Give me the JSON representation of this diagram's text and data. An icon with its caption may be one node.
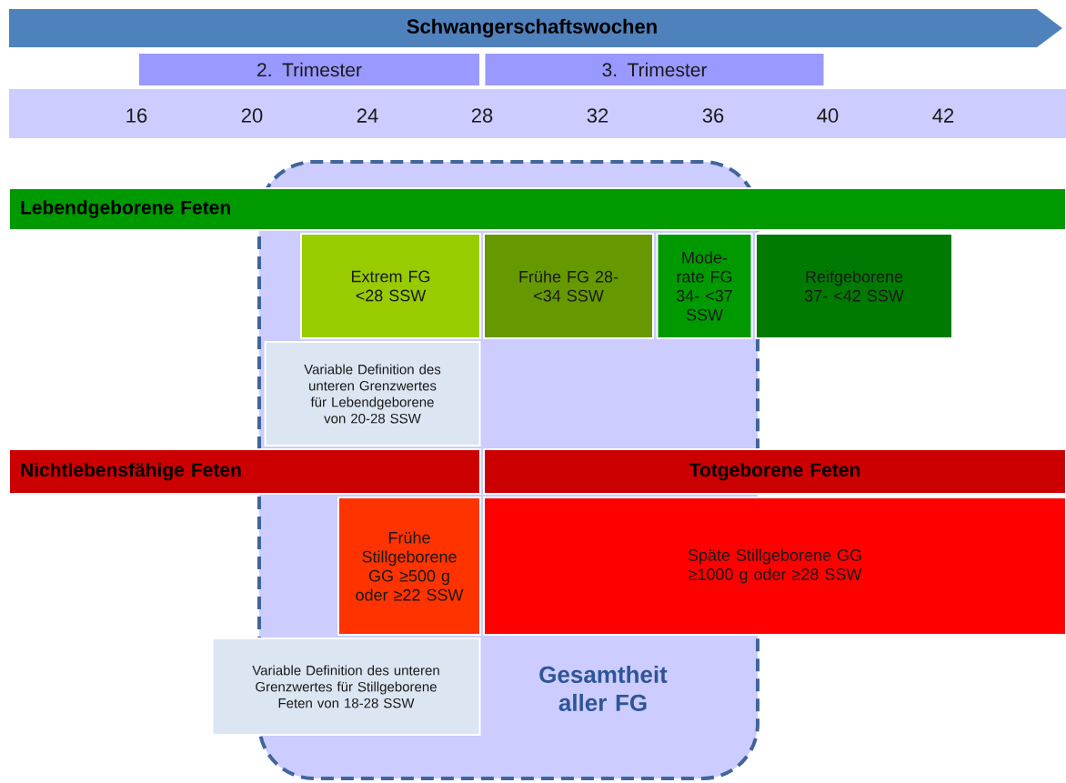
{
  "diagram": {
    "nodes": [
      {
        "text": [
          "Schwangerschaftswochen"
        ]
      },
      {
        "text": [
          "2. Trimester"
        ]
      },
      {
        "text": [
          "3. Trimester"
        ]
      },
      {
        "text": [
          "16",
          "20",
          "24",
          "28",
          "32",
          "36",
          "40",
          "42"
        ]
      },
      {
        "text": [
          "Gesamtheit aller FG"
        ]
      },
      {
        "text": [
          "Lebendgeborene Feten"
        ]
      },
      {
        "text": [
          "Extrem FG <28 SSW"
        ],
        "in": 4
      },
      {
        "text": [
          "Frühe FG 28-<34 SSW"
        ],
        "in": 4
      },
      {
        "text": [
          "Mode- rate FG 34- <37 SSW"
        ],
        "in": 4
      },
      {
        "text": [
          "Reifgeborene 37- <42 SSW"
        ]
      },
      {
        "text": [
          "Variable Definition des unteren Grenzwertes für Lebendgeborene von 20-28 SSW"
        ],
        "in": 4
      },
      {
        "text": [
          "Nichtlebensfähige Feten"
        ]
      },
      {
        "text": [
          "Totgeborene Feten"
        ]
      },
      {
        "text": [
          "Frühe Stillgeborene GG ≥500 g oder ≥22 SSW"
        ],
        "in": 4
      },
      {
        "text": [
          "Späte Stillgeborene GG ≥1000 g oder ≥28 SSW"
        ]
      },
      {
        "text": [
          "Variable Definition des unteren Grenzwertes für Stillgeborene Feten von 18-28 SSW"
        ]
      }
    ]
  }
}
